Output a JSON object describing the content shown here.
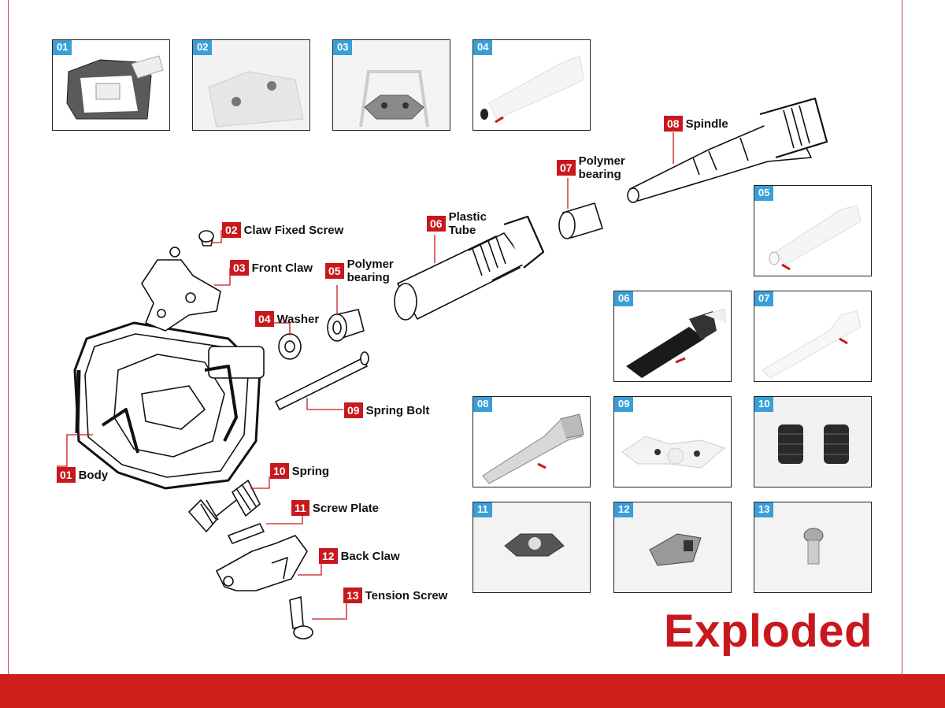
{
  "title": "Exploded",
  "colors": {
    "accent_red": "#c8181d",
    "badge_blue": "#3a9fd8",
    "bar_red": "#cf1f1a"
  },
  "callouts": [
    {
      "num": "01",
      "label": "Body"
    },
    {
      "num": "02",
      "label": "Claw Fixed Screw"
    },
    {
      "num": "03",
      "label": "Front Claw"
    },
    {
      "num": "04",
      "label": "Washer"
    },
    {
      "num": "05",
      "label": "Polymer\nbearing"
    },
    {
      "num": "06",
      "label": "Plastic\nTube"
    },
    {
      "num": "07",
      "label": "Polymer\nbearing"
    },
    {
      "num": "08",
      "label": "Spindle"
    },
    {
      "num": "09",
      "label": "Spring Bolt"
    },
    {
      "num": "10",
      "label": "Spring"
    },
    {
      "num": "11",
      "label": "Screw Plate"
    },
    {
      "num": "12",
      "label": "Back Claw"
    },
    {
      "num": "13",
      "label": "Tension Screw"
    }
  ],
  "thumbnails": [
    "01",
    "02",
    "03",
    "04",
    "05",
    "06",
    "07",
    "08",
    "09",
    "10",
    "11",
    "12",
    "13"
  ]
}
